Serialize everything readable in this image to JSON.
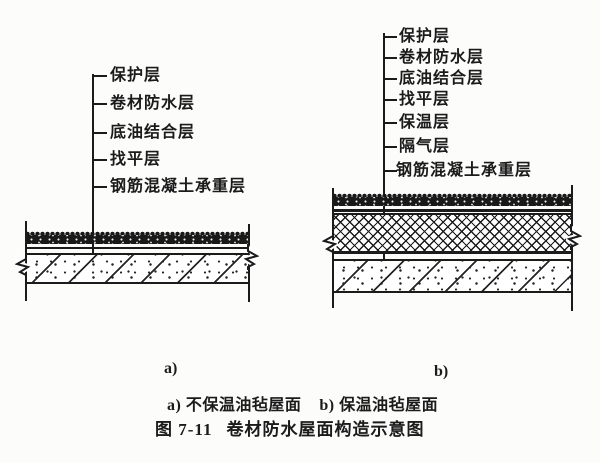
{
  "figure": {
    "panel_a_mark": "a)",
    "panel_b_mark": "b)",
    "subcaption_a": "a) 不保温油毡屋面",
    "subcaption_b": "b) 保温油毡屋面",
    "title_prefix": "图 7-11",
    "title_text": "卷材防水屋面构造示意图"
  },
  "diagram_a": {
    "labels": [
      "保护层",
      "卷材防水层",
      "底油结合层",
      "找平层",
      "钢筋混凝土承重层"
    ]
  },
  "diagram_b": {
    "labels": [
      "保护层",
      "卷材防水层",
      "底油结合层",
      "找平层",
      "保温层",
      "隔气层",
      "钢筋混凝土承重层"
    ]
  },
  "colors": {
    "ink": "#1b1b1b",
    "background": "#fcfcfb"
  }
}
